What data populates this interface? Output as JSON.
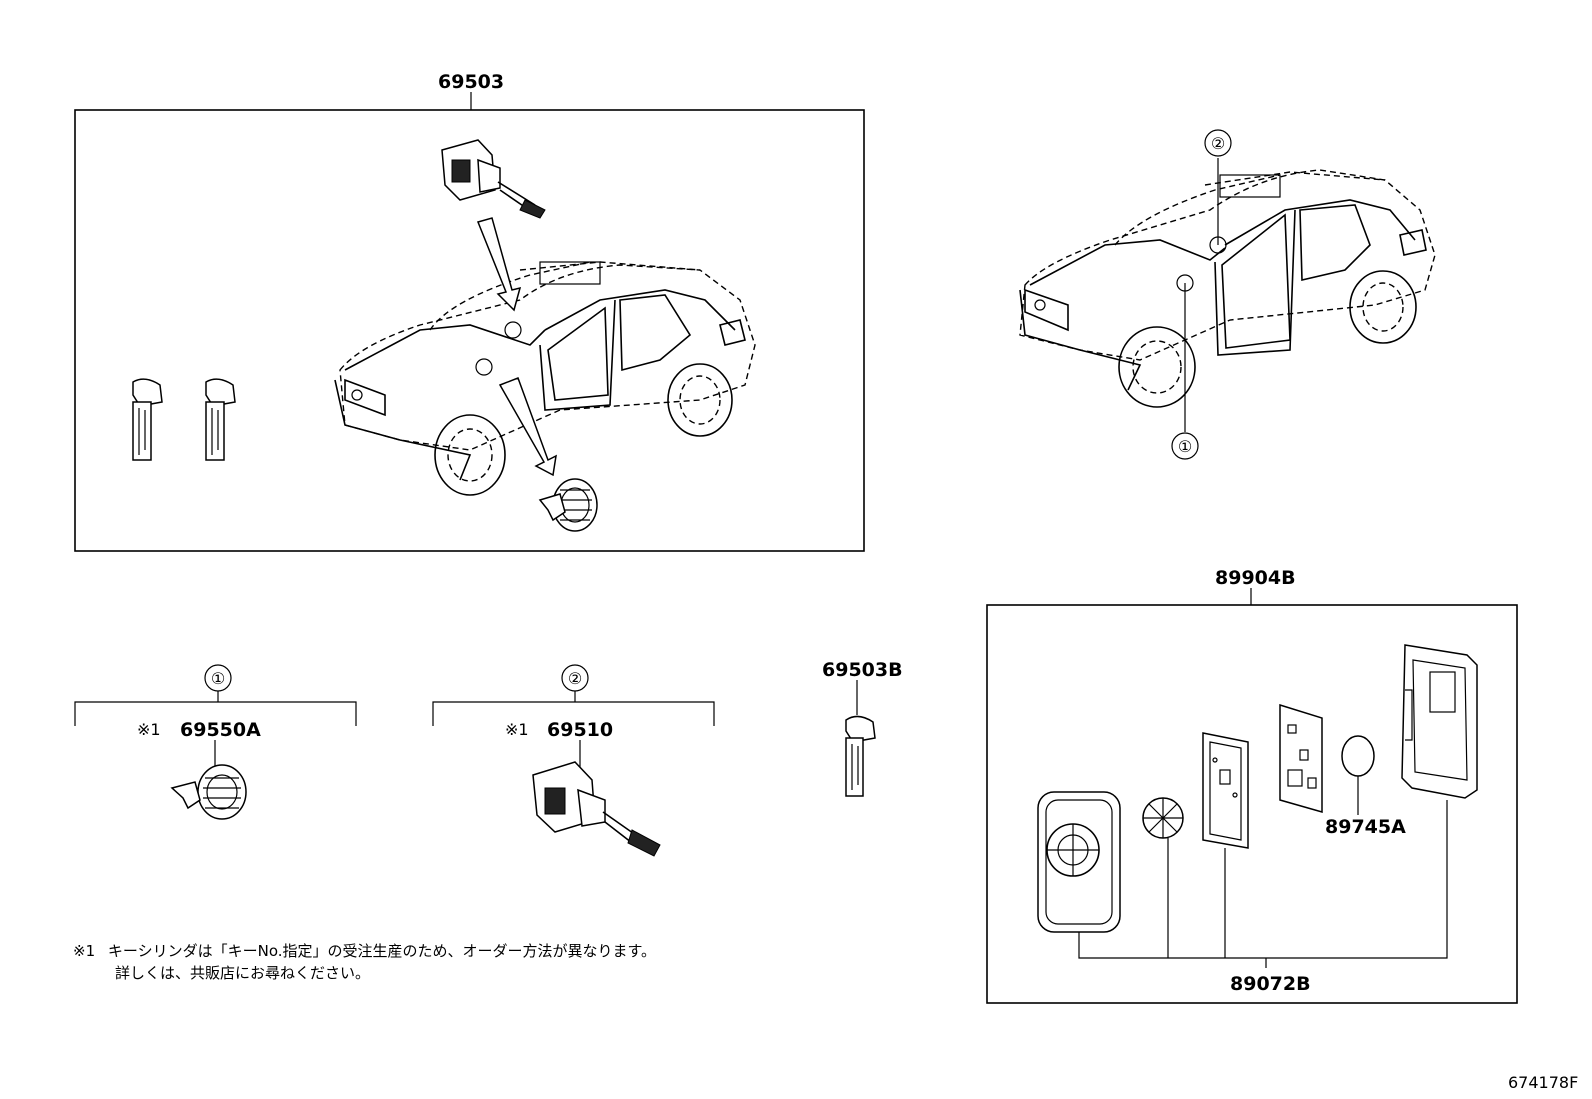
{
  "labels": {
    "assy_top": "69503",
    "key_set": "89904B",
    "cylinder_1": "69550A",
    "cylinder_2": "69510",
    "key_blank": "69503B",
    "battery": "89745A",
    "transmitter": "89072B",
    "mark_1a": "※1",
    "mark_1b": "※1",
    "callout_1": "①",
    "callout_2": "②",
    "callout_1b": "①",
    "callout_2b": "②"
  },
  "note": {
    "mark": "※1",
    "line1": "キーシリンダは「キーNo.指定」の受注生産のため、オーダー方法が異なります。",
    "line2": "詳しくは、共販店にお尋ねください。"
  },
  "drawing_number": "674178F"
}
